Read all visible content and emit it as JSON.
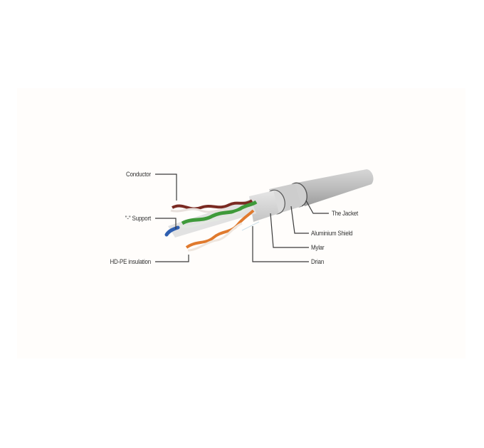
{
  "diagram": {
    "type": "cable-cross-section",
    "colors": {
      "background": "#ffffff",
      "jacket": "#b8b8b8",
      "leader_line": "#3a3a3a",
      "pair_brown": "#7a2a22",
      "pair_green": "#3f9a3a",
      "pair_orange": "#e07a2e",
      "pair_blue": "#2f5fb0"
    },
    "labels_left": [
      {
        "id": "conductor",
        "text": "Conductor"
      },
      {
        "id": "support",
        "text": "\"-\" Support"
      },
      {
        "id": "insulation",
        "text": "HD-PE insulation"
      }
    ],
    "labels_right": [
      {
        "id": "jacket",
        "text": "The Jacket"
      },
      {
        "id": "shield",
        "text": "Aluminium Shield"
      },
      {
        "id": "mylar",
        "text": "Mylar"
      },
      {
        "id": "drain",
        "text": "Drian"
      }
    ]
  }
}
